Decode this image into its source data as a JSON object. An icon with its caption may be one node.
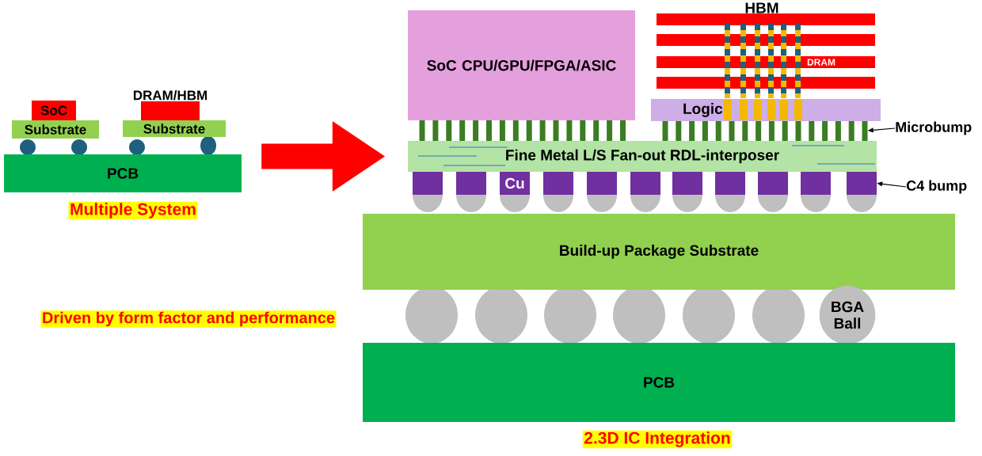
{
  "diagram": {
    "nodes": [
      {
        "text": [
          "SoC"
        ]
      },
      {
        "text": [
          "Substrate"
        ]
      },
      {
        "text": [
          "DRAM/HBM"
        ]
      },
      {
        "text": [
          "Substrate"
        ]
      },
      {
        "text": [
          "PCB"
        ]
      },
      {
        "text": [
          "SoC CPU/GPU/FPGA/ASIC"
        ]
      },
      {
        "text": [
          "DRAM"
        ]
      },
      {
        "text": [
          "Logic"
        ]
      },
      {
        "text": [
          "Fine Metal L/S Fan-out RDL-interposer"
        ]
      },
      {
        "text": [
          "Microbump"
        ]
      },
      {
        "text": [],
        "shape": "bar"
      },
      {
        "text": [
          "Cu"
        ]
      },
      {
        "text": [
          "C4 bump"
        ]
      },
      {
        "text": [],
        "shape": "bar"
      },
      {
        "text": [
          "Build-up Package Substrate"
        ]
      },
      {
        "text": [
          "BGA Ball"
        ]
      },
      {
        "text": [
          "PCB"
        ]
      }
    ],
    "edges": [
      {
        "from": 4,
        "to": 8,
        "arrow": "to",
        "style": "thick",
        "color": "#ff0000"
      },
      {
        "from": 9,
        "to": 10,
        "arrow": "to"
      },
      {
        "from": 12,
        "to": 13,
        "arrow": "to"
      }
    ],
    "labels": [
      "Multiple System",
      "HBM",
      "Driven by form factor and performance",
      "2.3D IC Integration"
    ]
  }
}
